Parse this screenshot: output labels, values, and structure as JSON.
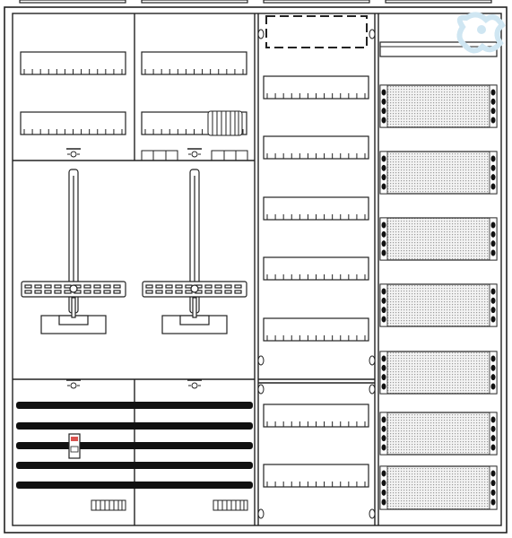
{
  "diagram": {
    "kind": "distribution-board-layout-drawing",
    "text_labels": [],
    "colors": {
      "line": "#222222",
      "panel_fill": "#ffffff",
      "mesh_fill": "#dcdcdc",
      "accent": "#d9534f",
      "watermark": "#cfe6f2"
    },
    "icons": [
      "watermark-logo-icon"
    ],
    "sections": {
      "meter_field_left": {
        "rail_count": 2
      },
      "meter_field_right": {
        "rail_count": 2,
        "has_terminal_block": true
      },
      "meter_mount_carrier_count": 2,
      "busbar_field": {
        "busbar_count": 5,
        "has_breaker": true
      },
      "distribution_column": {
        "din_rail_count": 5,
        "has_dashed_placeholder": true
      },
      "lower_distribution_column": {
        "din_rail_count": 2
      },
      "cover_column": {
        "perforated_cover_count": 7
      }
    }
  }
}
